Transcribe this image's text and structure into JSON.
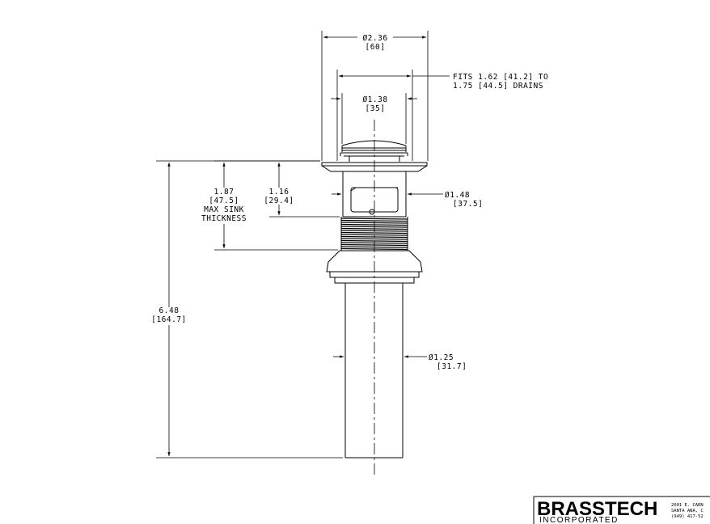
{
  "dimensions": {
    "flange_dia": {
      "in": "Ø2.36",
      "mm": "[60]"
    },
    "fits": {
      "line1": "FITS 1.62 [41.2] TO",
      "line2": "1.75 [44.5] DRAINS"
    },
    "cap_dia": {
      "in": "Ø1.38",
      "mm": "[35]"
    },
    "body_dia": {
      "in": "Ø1.48",
      "mm": "[37.5]"
    },
    "max_sink": {
      "in": "1.87",
      "mm": "[47.5]",
      "label1": "MAX SINK",
      "label2": "THICKNESS"
    },
    "mid_height": {
      "in": "1.16",
      "mm": "[29.4]"
    },
    "overall_height": {
      "in": "6.48",
      "mm": "[164.7]"
    },
    "tail_dia": {
      "in": "Ø1.25",
      "mm": "[31.7]"
    }
  },
  "title_block": {
    "brand": "BRASSTECH",
    "subtitle": "INCORPORATED",
    "address_line1": "2001 E. CARN",
    "address_line2": "SANTA ANA, C",
    "address_line3": "(949) 417-52"
  }
}
